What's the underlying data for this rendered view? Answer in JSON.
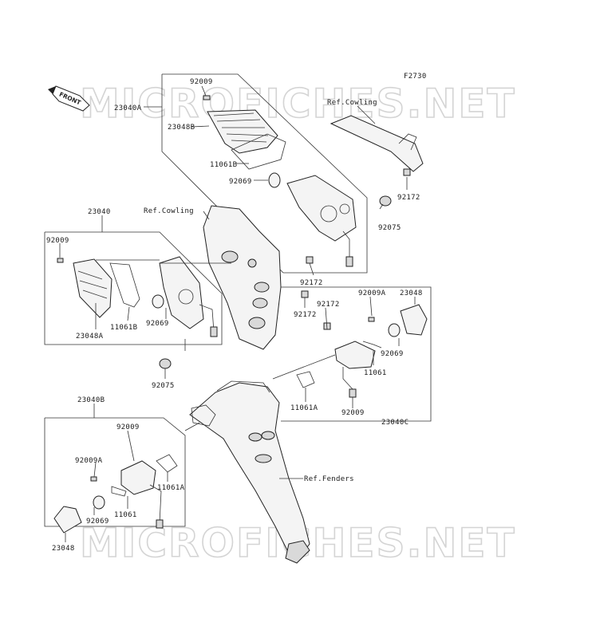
{
  "diagram_code": "F2730",
  "front_label": "FRONT",
  "watermark": "MICROFICHES.NET",
  "labels": {
    "p92009_top": "92009",
    "p23040A": "23040A",
    "p23048B": "23048B",
    "p11061B_top": "11061B",
    "ref_cowling_top": "Ref.Cowling",
    "p92069_top": "92069",
    "p92172_right": "92172",
    "p92075_top": "92075",
    "p23040": "23040",
    "ref_cowling_mid": "Ref.Cowling",
    "p92009_left": "92009",
    "p11061B_left": "11061B",
    "p92069_left": "92069",
    "p23048A": "23048A",
    "p92075_left": "92075",
    "p92172_mid1": "92172",
    "p92172_mid2": "92172",
    "p92172_mid3": "92172",
    "p92009A_right": "92009A",
    "p23048_right": "23048",
    "p92069_right": "92069",
    "p11061_right": "11061",
    "p11061A_right": "11061A",
    "p92009_right": "92009",
    "p23040C": "23040C",
    "p23040B": "23040B",
    "p92009_bl": "92009",
    "p92009A_bl": "92009A",
    "p11061A_bl": "11061A",
    "p92069_bl": "92069",
    "p11061_bl": "11061",
    "p23048_bl": "23048",
    "ref_fenders": "Ref.Fenders"
  }
}
